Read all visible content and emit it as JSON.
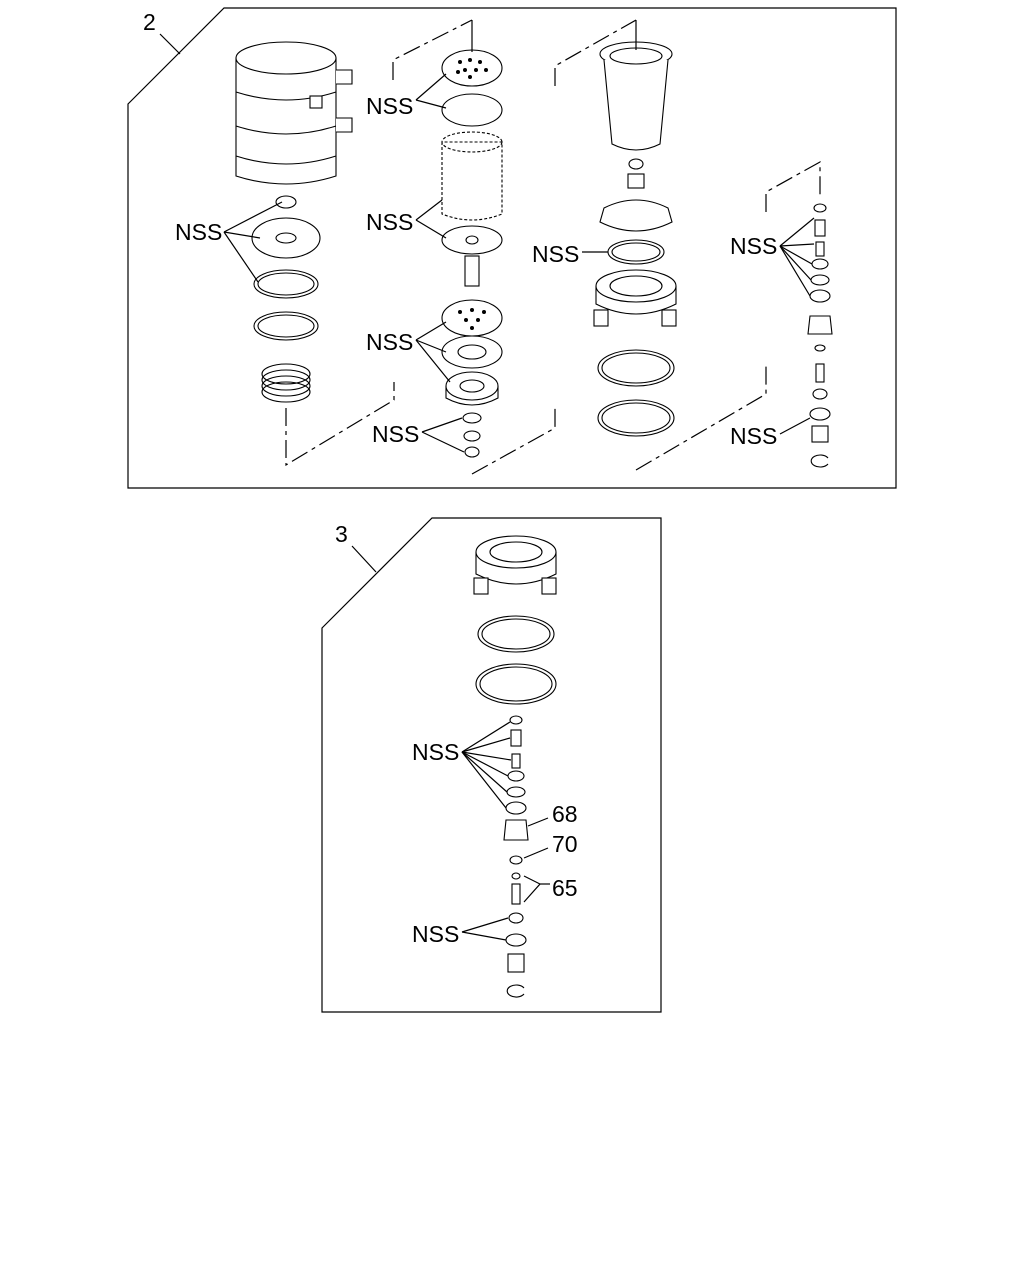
{
  "panel_top": {
    "callout": "2",
    "nss_label": "NSS"
  },
  "panel_bottom": {
    "callout": "3",
    "nss_label": "NSS",
    "part_refs": [
      "68",
      "70",
      "65"
    ]
  }
}
